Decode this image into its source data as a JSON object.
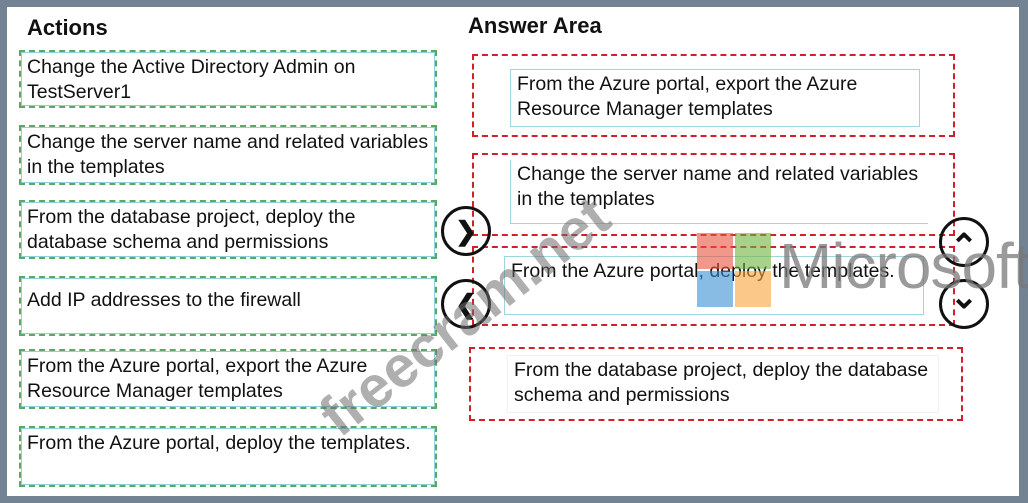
{
  "actions_panel": {
    "title": "Actions",
    "items": [
      {
        "label": "Change the Active Directory Admin on TestServer1"
      },
      {
        "label": "Change the server name and related variables in the templates"
      },
      {
        "label": "From the database project, deploy the database schema and permissions"
      },
      {
        "label": "Add IP addresses to the firewall"
      },
      {
        "label": "From the Azure portal, export the Azure Resource Manager templates"
      },
      {
        "label": "From the Azure portal, deploy the templates."
      }
    ]
  },
  "answer_panel": {
    "title": "Answer Area",
    "items": [
      {
        "label": "From the Azure portal, export the Azure Resource Manager templates"
      },
      {
        "label": "Change the server name and related variables in the templates"
      },
      {
        "label": "From the Azure portal, deploy the templates."
      },
      {
        "label": "From the database project, deploy the database schema and permissions"
      }
    ]
  },
  "controls": {
    "move_right": {
      "icon": "chevron-right-icon",
      "glyph": "❯"
    },
    "move_left": {
      "icon": "chevron-left-icon",
      "glyph": "❮"
    },
    "move_up": {
      "icon": "chevron-up-icon",
      "glyph": "⌃"
    },
    "move_down": {
      "icon": "chevron-down-icon",
      "glyph": "⌄"
    }
  },
  "watermark": {
    "text": "freecram.net",
    "brand": "Microsoft",
    "logo_colors": [
      "#e9523f",
      "#6eb43f",
      "#3b8fd4",
      "#f9a33a"
    ]
  }
}
